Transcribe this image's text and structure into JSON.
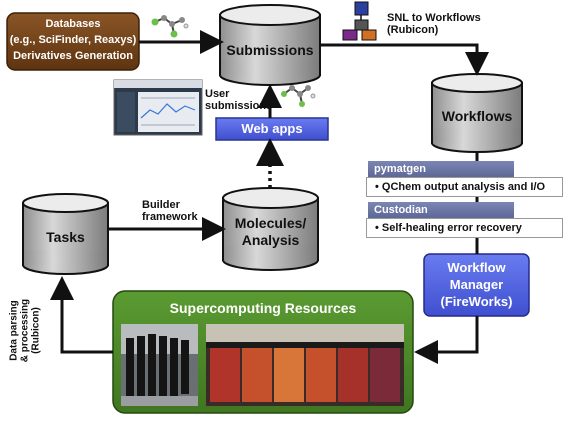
{
  "nodes": {
    "databases": {
      "line1": "Databases",
      "line2": "(e.g., SciFinder, Reaxys)",
      "line3": "Derivatives Generation"
    },
    "submissions": "Submissions",
    "workflows": "Workflows",
    "tasks": "Tasks",
    "molecules": {
      "line1": "Molecules/",
      "line2": "Analysis"
    },
    "web_apps": "Web apps",
    "workflow_manager": {
      "line1": "Workflow",
      "line2": "Manager",
      "line3": "(FireWorks)"
    },
    "supercomputing": "Supercomputing Resources"
  },
  "labels": {
    "snl": {
      "line1": "SNL to Workflows",
      "line2": "(Rubicon)"
    },
    "user_submissions": {
      "line1": "User",
      "line2": "submissions"
    },
    "builder": {
      "line1": "Builder",
      "line2": "framework"
    },
    "data_parsing": {
      "line1": "Data parsing",
      "line2": "& processing",
      "line3": "(Rubicon)"
    }
  },
  "panels": {
    "pymatgen": {
      "title": "pymatgen",
      "item": "• QChem output analysis and I/O"
    },
    "custodian": {
      "title": "Custodian",
      "item": "• Self-healing error recovery"
    }
  },
  "colors": {
    "databases_fill": "#7a4a1c",
    "web_apps_fill": "#5a6ee0",
    "workflow_manager_fill": "#4f52d6",
    "supercomputing_fill": "#4e8a2a",
    "panel_header": "#6b75a4",
    "cylinder_top": "#eaeaea",
    "cylinder_body": "#bfbfbf"
  }
}
